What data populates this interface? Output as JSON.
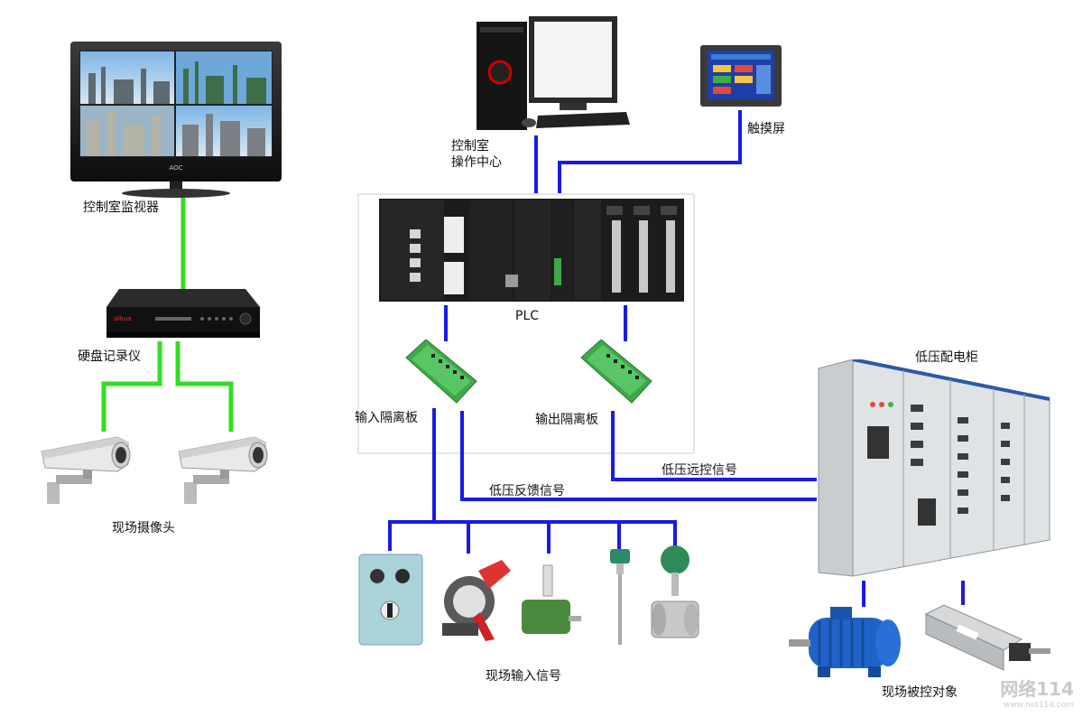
{
  "labels": {
    "monitor": "控制室监视器",
    "dvr": "硬盘记录仪",
    "cameras": "现场摄像头",
    "control_room": "控制室\n操作中心",
    "touch_screen": "触摸屏",
    "plc": "PLC",
    "input_board": "输入隔离板",
    "output_board": "输出隔离板",
    "remote_signal": "低压远控信号",
    "feedback_signal": "低压反馈信号",
    "cabinet": "低压配电柜",
    "field_input": "现场输入信号",
    "field_objects": "现场被控对象"
  },
  "device_text": {
    "monitor_brand": "AOC",
    "dvr_brand": "alhua"
  },
  "watermark": {
    "main": "网络114",
    "url": "www.net114.com"
  },
  "colors": {
    "cctv_wire": "#33dd22",
    "control_wire": "#1a1ae6"
  }
}
